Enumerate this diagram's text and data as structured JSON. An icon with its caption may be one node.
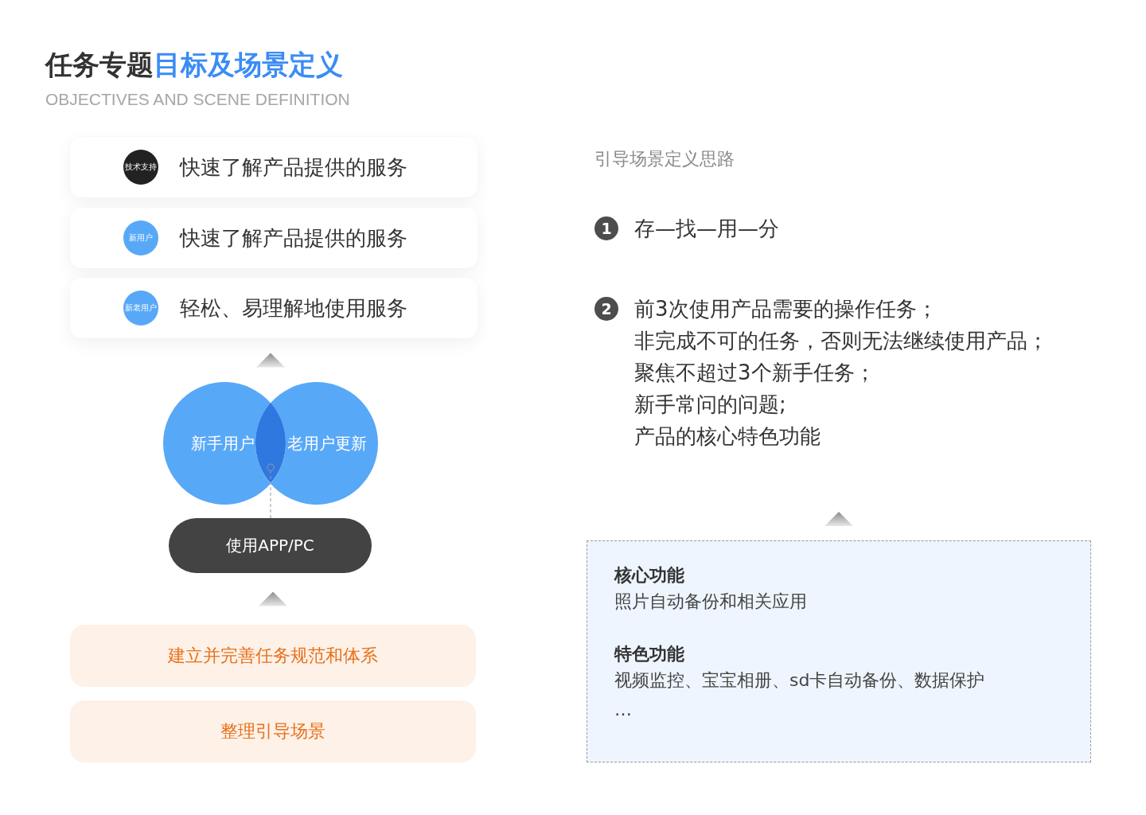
{
  "diagram": {
    "title": "任务专题目标及场景定义",
    "nodes": [
      {
        "text": [
          "快速了解产品提供的服务"
        ]
      },
      {
        "text": [
          "技术支持"
        ],
        "in": 0
      },
      {
        "text": [
          "快速了解产品提供的服务"
        ]
      },
      {
        "text": [
          "新用户"
        ],
        "in": 2
      },
      {
        "text": [
          "轻松、易理解地使用服务"
        ]
      },
      {
        "text": [
          "新老用户"
        ],
        "in": 4
      },
      {
        "text": [
          "新手用户"
        ]
      },
      {
        "text": [
          "老用户更新"
        ]
      },
      {
        "text": [],
        "shape": "lens"
      },
      {
        "text": [
          "使用APP/PC"
        ]
      },
      {
        "text": [
          "建立并完善任务规范和体系"
        ]
      },
      {
        "text": [
          "整理引导场景"
        ]
      },
      {
        "text": [
          "1"
        ],
        "beside": [
          "存—找—用—分"
        ]
      },
      {
        "text": [
          "2"
        ],
        "beside": [
          "前3次使用产品需要的操作任务；",
          "非完成不可的任务，否则无法继续使用产品；",
          "聚焦不超过3个新手任务；",
          "新手常问的问题;",
          "产品的核心特色功能"
        ]
      },
      {
        "text": [
          "核心功能",
          "照片自动备份和相关应用",
          "特色功能",
          "视频监控、宝宝相册、sd卡自动备份、数据保护",
          "…"
        ]
      }
    ],
    "edges": [
      {
        "from": 6,
        "to": 4,
        "arrow": "to"
      },
      {
        "from": 7,
        "to": 4,
        "arrow": "to"
      },
      {
        "from": 10,
        "to": 9,
        "arrow": "to"
      },
      {
        "from": 14,
        "to": null,
        "arrow": "to"
      },
      {
        "from": 9,
        "to": 8,
        "arrow": "other",
        "style": "dashed"
      }
    ],
    "labels": [
      "OBJECTIVES AND SCENE DEFINITION",
      "引导场景定义思路"
    ]
  }
}
